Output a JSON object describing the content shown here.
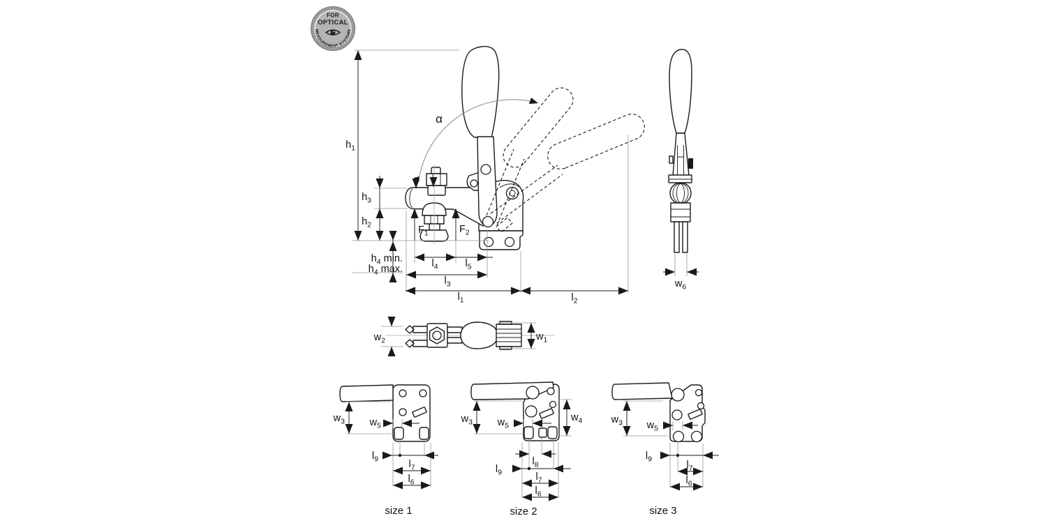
{
  "badge": {
    "top_line": "FOR",
    "middle_line": "OPTICAL",
    "curved_text": "MEASUREMENT SYSTEMS",
    "face_color": "#b4b4b4",
    "ring_color": "#9a9a9a",
    "text_color": "#1d1d1d"
  },
  "dimension_labels": {
    "h1": {
      "b": "h",
      "s": "1"
    },
    "h2": {
      "b": "h",
      "s": "2"
    },
    "h3": {
      "b": "h",
      "s": "3"
    },
    "h4_min": {
      "b": "h",
      "s": "4",
      "tail": " min."
    },
    "h4_max": {
      "b": "h",
      "s": "4",
      "tail": " max."
    },
    "f1": {
      "b": "F",
      "s": "1"
    },
    "f2": {
      "b": "F",
      "s": "2"
    },
    "alpha": "α",
    "l1": {
      "b": "l",
      "s": "1"
    },
    "l2": {
      "b": "l",
      "s": "2"
    },
    "l3": {
      "b": "l",
      "s": "3"
    },
    "l4": {
      "b": "l",
      "s": "4"
    },
    "l5": {
      "b": "l",
      "s": "5"
    },
    "l6": {
      "b": "l",
      "s": "6"
    },
    "l7": {
      "b": "l",
      "s": "7"
    },
    "l8": {
      "b": "l",
      "s": "8"
    },
    "l9": {
      "b": "l",
      "s": "9"
    },
    "w1": {
      "b": "w",
      "s": "1"
    },
    "w2": {
      "b": "w",
      "s": "2"
    },
    "w3": {
      "b": "w",
      "s": "3"
    },
    "w4": {
      "b": "w",
      "s": "4"
    },
    "w5": {
      "b": "w",
      "s": "5"
    },
    "w6": {
      "b": "w",
      "s": "6"
    }
  },
  "size_variants": [
    {
      "caption": "size 1"
    },
    {
      "caption": "size 2"
    },
    {
      "caption": "size 3"
    }
  ],
  "colors": {
    "line": "#1a1a1a",
    "extension": "#999999",
    "background": "#ffffff"
  }
}
